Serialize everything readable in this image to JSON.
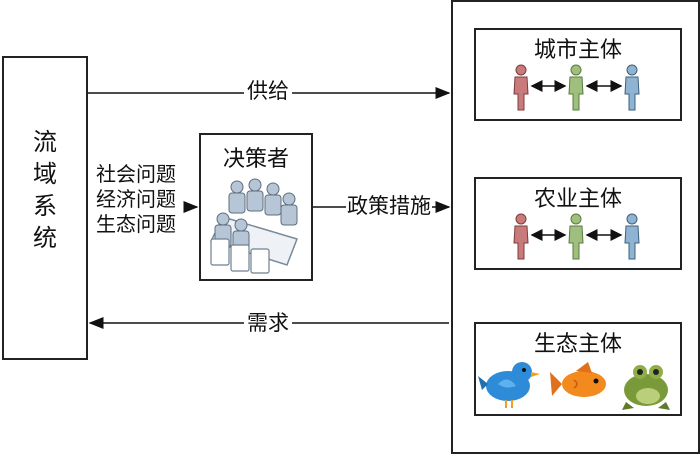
{
  "basin": {
    "label_chars": [
      "流",
      "域",
      "系",
      "统"
    ]
  },
  "flows": {
    "supply": "供给",
    "demand": "需求",
    "policy": "政策措施"
  },
  "issues": [
    "社会问题",
    "经济问题",
    "生态问题"
  ],
  "decision": {
    "title": "决策者"
  },
  "actors": {
    "urban": {
      "title": "城市主体"
    },
    "agri": {
      "title": "农业主体"
    },
    "eco": {
      "title": "生态主体"
    }
  },
  "colors": {
    "person_red": "#c97a7a",
    "person_green": "#9fbf7f",
    "person_blue": "#8fb3d3",
    "bird": "#2e8bd8",
    "fish": "#f28a1e",
    "frog": "#7a9a3a"
  }
}
